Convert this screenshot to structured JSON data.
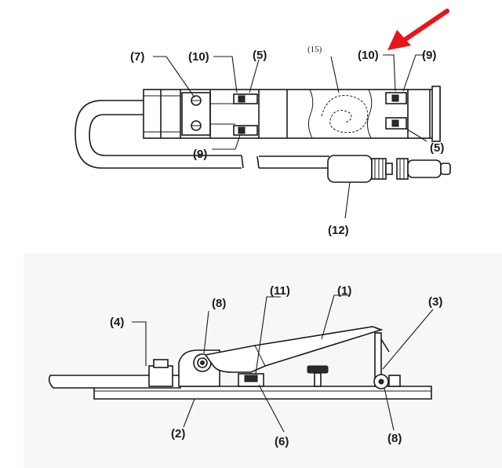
{
  "callout_color": "#e8151b",
  "top_view": {
    "labels": {
      "l7": "(7)",
      "l10_left": "(10)",
      "l5_left": "(5)",
      "l15": "(15)",
      "l10_right": "(10)",
      "l9_right": "(9)",
      "l9_left": "(9)",
      "l5_right": "(5)",
      "l12": "(12)"
    }
  },
  "side_view": {
    "labels": {
      "l4": "(4)",
      "l8_left": "(8)",
      "l11": "(11)",
      "l1": "(1)",
      "l3": "(3)",
      "l2": "(2)",
      "l6": "(6)",
      "l8_right": "(8)"
    }
  }
}
